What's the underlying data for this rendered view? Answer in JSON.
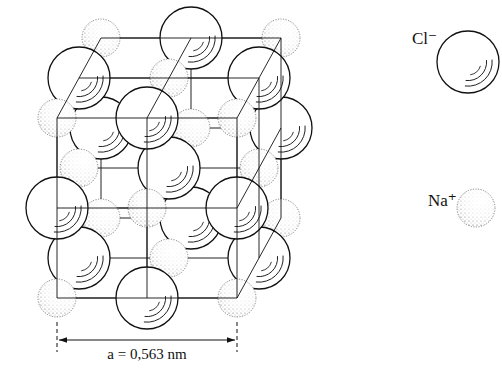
{
  "diagram": {
    "labels": [
      "a = 0,563 nm"
    ],
    "legend": [
      {
        "text": "Cl⁻"
      },
      {
        "text": "Na⁺"
      }
    ]
  }
}
